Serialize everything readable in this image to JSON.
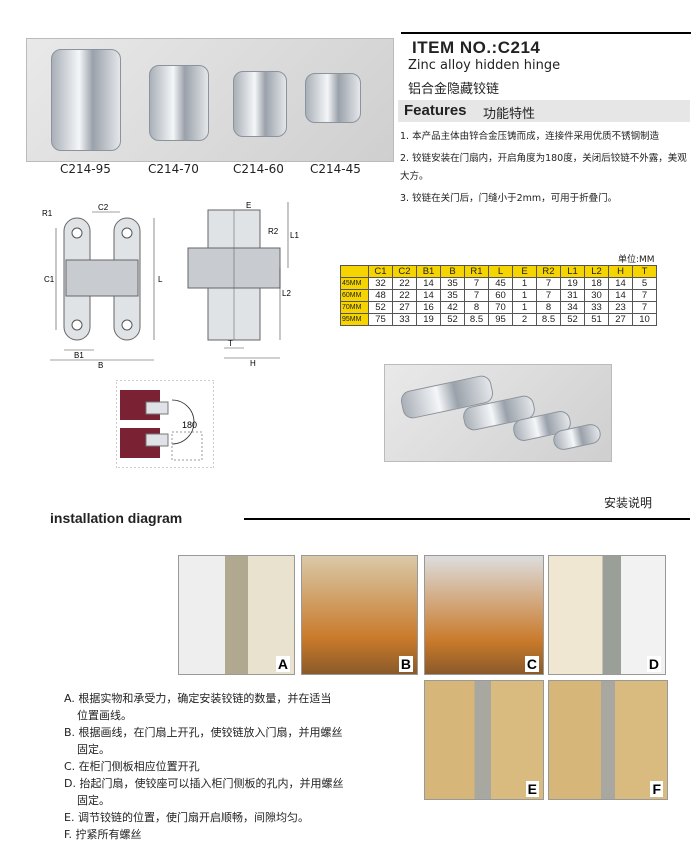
{
  "header": {
    "item_no": "ITEM NO.:C214",
    "subtitle_en": "Zinc alloy hidden hinge",
    "subtitle_cn": "铝合金隐藏铰链"
  },
  "features": {
    "title_en": "Features",
    "title_cn": "功能特性",
    "items": [
      "1. 本产品主体由锌合金压铸而成，连接件采用优质不锈钢制造",
      "2. 铰链安装在门扇内，开启角度为180度，关闭后铰链不外露，美观大方。",
      "3. 铰链在关门后，门缝小于2mm，可用于折叠门。"
    ]
  },
  "product_labels": [
    "C214-95",
    "C214-70",
    "C214-60",
    "C214-45"
  ],
  "drawing_labels": {
    "r1": "R1",
    "c2": "C2",
    "c1": "C1",
    "b1": "B1",
    "b": "B",
    "l": "L",
    "e": "E",
    "r2": "R2",
    "l1": "L1",
    "l2": "L2",
    "h": "H",
    "t": "T",
    "angle": "180"
  },
  "spec_table": {
    "unit": "单位:MM",
    "columns": [
      "C1",
      "C2",
      "B1",
      "B",
      "R1",
      "L",
      "E",
      "R2",
      "L1",
      "L2",
      "H",
      "T"
    ],
    "rows": [
      {
        "label": "45MM",
        "values": [
          "32",
          "22",
          "14",
          "35",
          "7",
          "45",
          "1",
          "7",
          "19",
          "18",
          "14",
          "5"
        ]
      },
      {
        "label": "60MM",
        "values": [
          "48",
          "22",
          "14",
          "35",
          "7",
          "60",
          "1",
          "7",
          "31",
          "30",
          "14",
          "7"
        ]
      },
      {
        "label": "70MM",
        "values": [
          "52",
          "27",
          "16",
          "42",
          "8",
          "70",
          "1",
          "8",
          "34",
          "33",
          "23",
          "7"
        ]
      },
      {
        "label": "95MM",
        "values": [
          "75",
          "33",
          "19",
          "52",
          "8.5",
          "95",
          "2",
          "8.5",
          "52",
          "51",
          "27",
          "10"
        ]
      }
    ]
  },
  "installation": {
    "title_en": "installation diagram",
    "title_cn": "安装说明",
    "photo_letters": [
      "A",
      "B",
      "C",
      "D",
      "E",
      "F"
    ],
    "steps": [
      {
        "line": "A. 根据实物和承受力，确定安装铰链的数量，并在适当",
        "cont": "位置画线。"
      },
      {
        "line": "B. 根据画线，在门扇上开孔，使铰链放入门扇，并用螺丝",
        "cont": "固定。"
      },
      {
        "line": "C. 在柜门侧板相应位置开孔",
        "cont": ""
      },
      {
        "line": "D. 抬起门扇，使铰座可以插入柜门侧板的孔内，并用螺丝",
        "cont": "固定。"
      },
      {
        "line": "E. 调节铰链的位置，使门扇开启顺畅，间隙均匀。",
        "cont": ""
      },
      {
        "line": "F. 拧紧所有螺丝",
        "cont": ""
      }
    ]
  }
}
